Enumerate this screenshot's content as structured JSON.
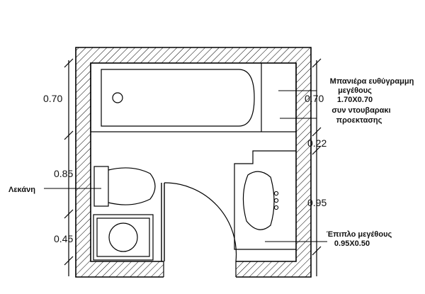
{
  "diagram": {
    "bathtub_label": [
      "Μπανιέρα ευθύγραμμη",
      "μεγέθους",
      "1.70X0.70",
      "συν ντουβαρακι",
      "προεκτασης"
    ],
    "toilet_label": "Λεκάνη",
    "cabinet_label": [
      "Έπιπλο μεγέθους",
      "0.95X0.50"
    ],
    "left_dimensions": [
      "0.70",
      "0.85",
      "0.45"
    ],
    "right_dimensions": [
      "0.70",
      "0.22",
      "0.95"
    ]
  }
}
